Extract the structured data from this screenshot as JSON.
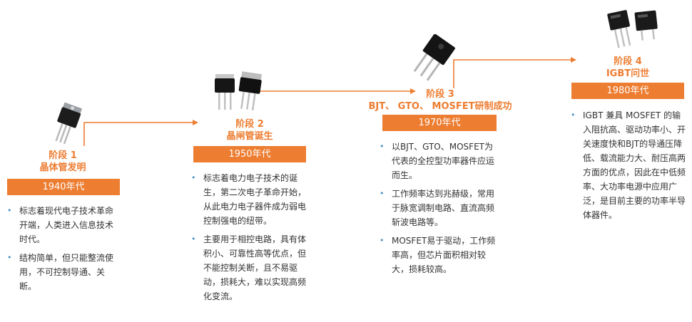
{
  "stages": [
    {
      "stage_label": "阶段 1",
      "title": "晶体管发明",
      "year": "1940年代",
      "bullets": [
        "标志着现代电子技术革命开端，人类进入信息技术时代。",
        "结构简单，但只能整流使用，不可控制导通、关断。"
      ]
    },
    {
      "stage_label": "阶段 2",
      "title": "晶闸管诞生",
      "year": "1950年代",
      "bullets": [
        "标志着电力电子技术的诞生，第二次电子革命开始，从此电力电子器件成为弱电控制强电的纽带。",
        "主要用于相控电路，具有体积小、可靠性高等优点，但不能控制关断，且不易驱动，损耗大，难以实现高频化变流。"
      ]
    },
    {
      "stage_label": "阶段 3",
      "title": "BJT、 GTO、 MOSFET研制成功",
      "year": "1970年代",
      "bullets": [
        "以BJT、GTO、MOSFET为代表的全控型功率器件应运而生。",
        "工作频率达到兆赫级，常用于脉宽调制电路、直流高频斩波电路等。",
        "MOSFET易于驱动，工作频率高，但芯片面积相对较大，损耗较高。"
      ]
    },
    {
      "stage_label": "阶段 4",
      "title": "IGBT问世",
      "year": "1980年代",
      "bullets": [
        "IGBT 兼具 MOSFET 的输入阻抗高、驱动功率小、开关速度快和BJT的导通压降低、载流能力大、耐压高两方面的优点，因此在中低频率、大功率电源中应用广泛，是目前主要的功率半导体器件。"
      ]
    }
  ],
  "colors": {
    "accent": "#ed7d31",
    "bullet_dot": "#4a90c2",
    "text": "#333333"
  },
  "icons": [
    "transistor-icon",
    "thyristor-icon",
    "mosfet-icon",
    "igbt-icon"
  ]
}
